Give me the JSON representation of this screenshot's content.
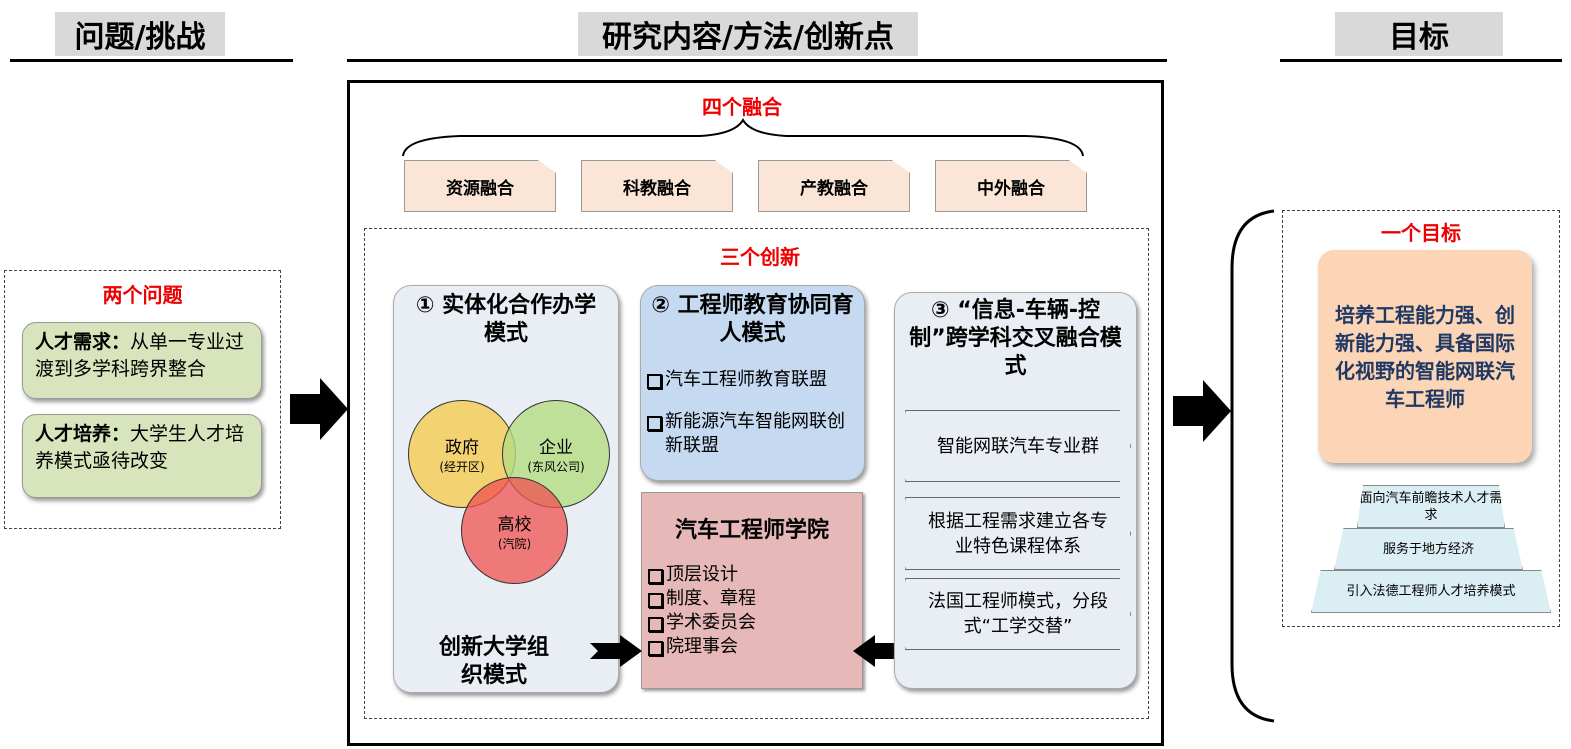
{
  "headers": {
    "problems": "问题/挑战",
    "research": "研究内容/方法/创新点",
    "goal": "目标"
  },
  "problems": {
    "title": "两个问题",
    "items": [
      {
        "label": "人才需求：",
        "text": "从单一专业过渡到多学科跨界整合"
      },
      {
        "label": "人才培养：",
        "text": "大学生人才培养模式亟待改变"
      }
    ]
  },
  "fusion": {
    "title": "四个融合",
    "items": [
      "资源融合",
      "科教融合",
      "产教融合",
      "中外融合"
    ]
  },
  "innovation": {
    "title": "三个创新",
    "mode1": {
      "title": "① 实体化合作办学模式",
      "venn": [
        {
          "name": "政府",
          "sub": "(经开区)"
        },
        {
          "name": "企业",
          "sub": "(东风公司)"
        },
        {
          "name": "高校",
          "sub": "(汽院)"
        }
      ],
      "footer": "创新大学组织模式"
    },
    "mode2": {
      "title": "② 工程师教育协同育人模式",
      "items": [
        "汽车工程师教育联盟",
        "新能源汽车智能网联创新联盟"
      ]
    },
    "college": {
      "title": "汽车工程师学院",
      "items": [
        "顶层设计",
        "制度、章程",
        "学术委员会",
        "院理事会"
      ]
    },
    "mode3": {
      "title": "③ “信息-车辆-控制”跨学科交叉融合模式",
      "items": [
        "智能网联汽车专业群",
        "根据工程需求建立各专业特色课程体系",
        "法国工程师模式，分段式“工学交替”"
      ]
    }
  },
  "goal": {
    "title": "一个目标",
    "main": "培养工程能力强、创新能力强、具备国际化视野的智能网联汽车工程师",
    "pyramid": [
      "面向汽车前瞻技术人才需求",
      "服务于地方经济",
      "引入法德工程师人才培养模式"
    ]
  }
}
